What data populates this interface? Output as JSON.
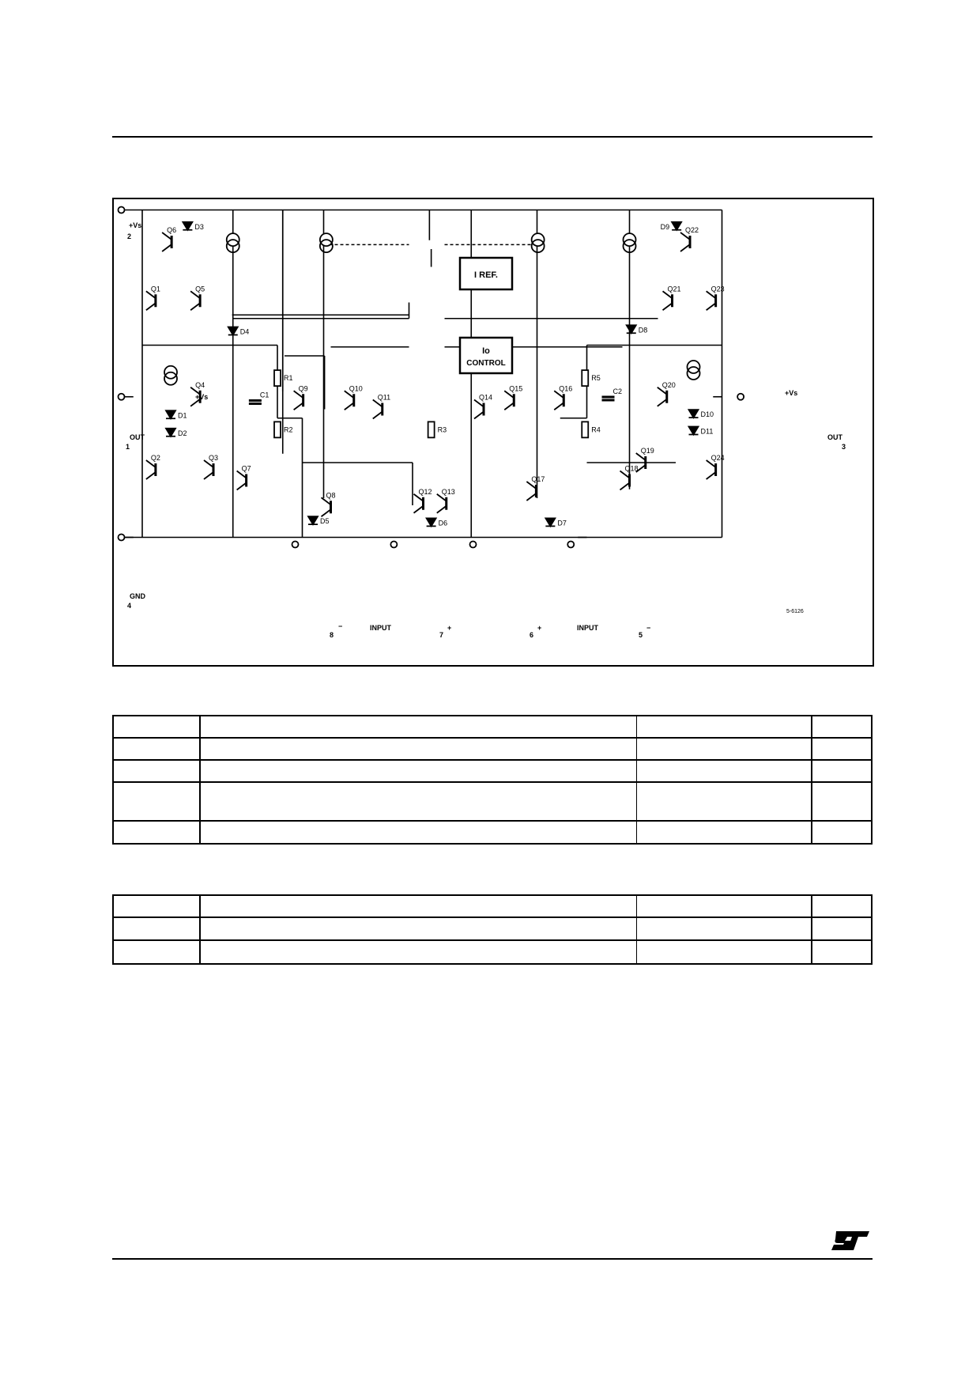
{
  "schematic": {
    "pins": {
      "vs_label": "+Vs",
      "vs_num": "2",
      "out1_label": "OUT",
      "out1_num": "1",
      "gnd_label": "GND",
      "gnd_num": "4",
      "out3_label": "OUT",
      "out3_num": "3",
      "in8_num": "8",
      "in8_sign": "−",
      "in7_num": "7",
      "in7_sign": "+",
      "in6_num": "6",
      "in6_sign": "+",
      "in5_num": "5",
      "in5_sign": "−",
      "input_left": "INPUT",
      "input_right": "INPUT",
      "vs_local_left": "+Vs",
      "vs_local_right": "+Vs"
    },
    "iref_label": "I REF.",
    "io_label_1": "Io",
    "io_label_2": "CONTROL",
    "drawing_code": "5-6126",
    "transistors": [
      "Q1",
      "Q2",
      "Q3",
      "Q4",
      "Q5",
      "Q6",
      "Q7",
      "Q8",
      "Q9",
      "Q10",
      "Q11",
      "Q12",
      "Q13",
      "Q14",
      "Q15",
      "Q16",
      "Q17",
      "Q18",
      "Q19",
      "Q20",
      "Q21",
      "Q22",
      "Q23",
      "Q24"
    ],
    "diodes": [
      "D1",
      "D2",
      "D3",
      "D4",
      "D5",
      "D6",
      "D7",
      "D8",
      "D9",
      "D10",
      "D11"
    ],
    "resistors": [
      "R1",
      "R2",
      "R3",
      "R4",
      "R5"
    ],
    "capacitors": [
      "C1",
      "C2"
    ]
  },
  "tables": {
    "table1_rows": 5,
    "table2_rows": 3
  },
  "logo_text": "ST"
}
